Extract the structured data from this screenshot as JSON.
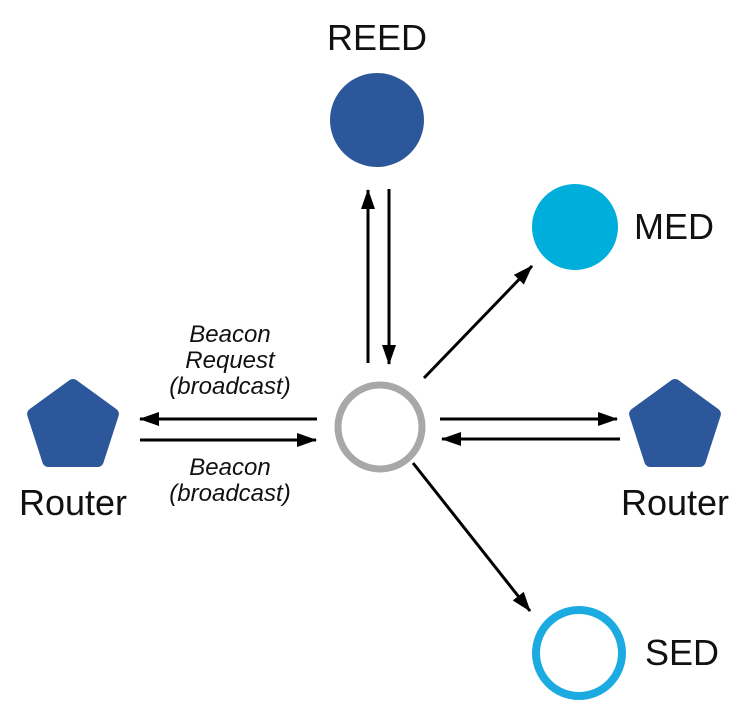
{
  "diagram": {
    "type": "network-topology",
    "nodes": {
      "reed": {
        "label": "REED",
        "shape": "circle",
        "fill": "#2d579b"
      },
      "med": {
        "label": "MED",
        "shape": "circle",
        "fill": "#00aedb"
      },
      "router_left": {
        "label": "Router",
        "shape": "pentagon",
        "fill": "#2d579b"
      },
      "router_right": {
        "label": "Router",
        "shape": "pentagon",
        "fill": "#2d579b"
      },
      "sed": {
        "label": "SED",
        "shape": "circle-outline",
        "stroke": "#1babe1"
      },
      "joining_device": {
        "shape": "circle-outline",
        "stroke": "#a8a8a8"
      }
    },
    "messages": {
      "beacon_request": {
        "lines": [
          "Beacon",
          "Request",
          "(broadcast)"
        ]
      },
      "beacon": {
        "lines": [
          "Beacon",
          "(broadcast)"
        ]
      }
    },
    "colors": {
      "node_blue": "#2d579b",
      "node_cyan": "#00aedb",
      "sed_outline": "#1babe1",
      "joiner_outline": "#a8a8a8",
      "arrow": "#000000",
      "text": "#111111"
    }
  }
}
